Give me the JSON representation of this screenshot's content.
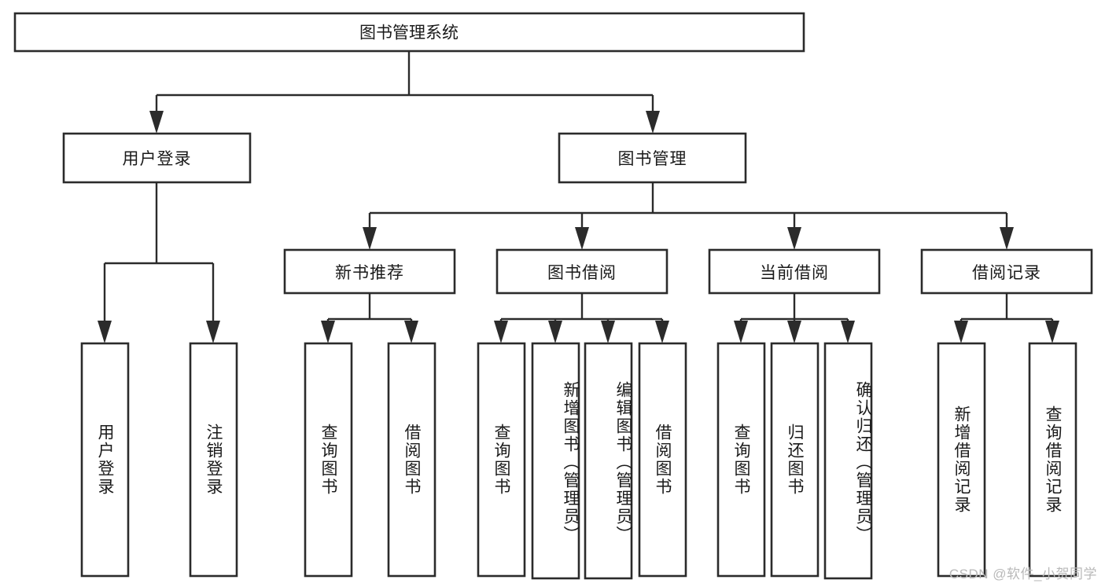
{
  "diagram": {
    "title_node": {
      "label": "图书管理系统"
    },
    "level2": [
      {
        "id": "user-login",
        "label": "用户登录"
      },
      {
        "id": "book-management",
        "label": "图书管理"
      }
    ],
    "level3": [
      {
        "id": "new-book-recommend",
        "label": "新书推荐"
      },
      {
        "id": "book-borrow",
        "label": "图书借阅"
      },
      {
        "id": "current-borrow",
        "label": "当前借阅"
      },
      {
        "id": "borrow-record",
        "label": "借阅记录"
      }
    ],
    "leaves": [
      {
        "id": "leaf-user-login",
        "label": "用户登录",
        "parent": "user-login"
      },
      {
        "id": "leaf-logout-login",
        "label": "注销登录",
        "parent": "user-login"
      },
      {
        "id": "leaf-query-book-1",
        "label": "查询图书",
        "parent": "new-book-recommend"
      },
      {
        "id": "leaf-borrow-book-1",
        "label": "借阅图书",
        "parent": "new-book-recommend"
      },
      {
        "id": "leaf-query-book-2",
        "label": "查询图书",
        "parent": "book-borrow"
      },
      {
        "id": "leaf-add-book",
        "label": "新增图书（管理员）",
        "parent": "book-borrow"
      },
      {
        "id": "leaf-edit-book",
        "label": "编辑图书（管理员）",
        "parent": "book-borrow"
      },
      {
        "id": "leaf-borrow-book-2",
        "label": "借阅图书",
        "parent": "book-borrow"
      },
      {
        "id": "leaf-query-book-3",
        "label": "查询图书",
        "parent": "current-borrow"
      },
      {
        "id": "leaf-return-book",
        "label": "归还图书",
        "parent": "current-borrow"
      },
      {
        "id": "leaf-confirm-return",
        "label": "确认归还（管理员）",
        "parent": "current-borrow"
      },
      {
        "id": "leaf-add-record",
        "label": "新增借阅记录",
        "parent": "borrow-record"
      },
      {
        "id": "leaf-query-record",
        "label": "查询借阅记录",
        "parent": "borrow-record"
      }
    ],
    "colors": {
      "stroke": "#2b2b2b",
      "fill": "#ffffff",
      "text": "#1a1a1a",
      "watermark": "#b9b9b9",
      "background": "#ffffff"
    }
  },
  "watermark": {
    "text": "CSDN @软件_小贺同学"
  }
}
